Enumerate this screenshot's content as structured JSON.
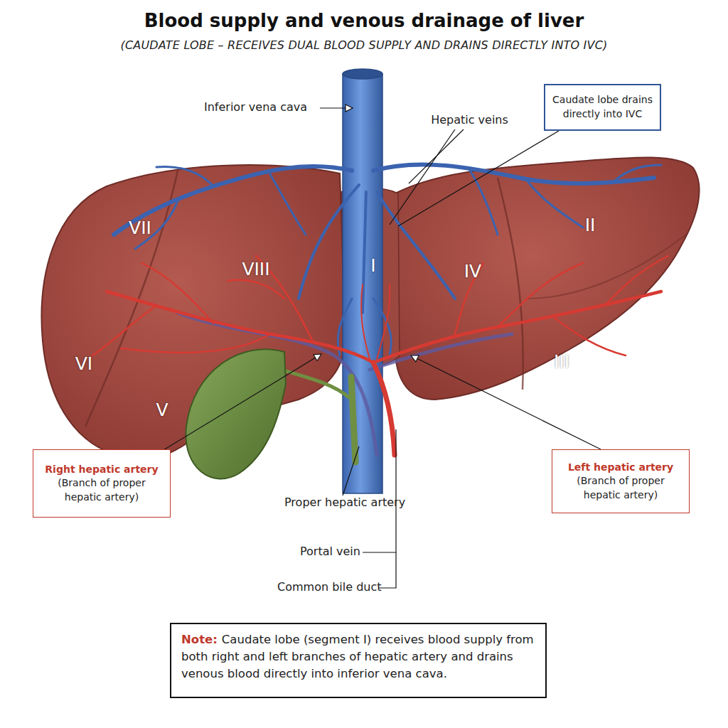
{
  "diagram": {
    "title": "Blood supply and venous drainage of liver",
    "nodes": [
      {
        "text": [
          "Caudate lobe drains directly into IVC"
        ]
      },
      {
        "text": [
          "Right hepatic artery",
          "(Branch of proper hepatic artery)"
        ]
      },
      {
        "text": [
          "Left hepatic artery",
          "(Branch of proper hepatic artery)"
        ]
      },
      {
        "text": [
          "Note:",
          "Caudate lobe (segment I) receives blood supply from both right and left branches of hepatic artery and drains venous blood directly into inferior vena cava."
        ]
      }
    ],
    "labels": [
      "(CAUDATE LOBE – RECEIVES DUAL BLOOD SUPPLY AND DRAINS DIRECTLY INTO IVC)",
      "Inferior vena cava",
      "Hepatic veins",
      "VII",
      "VIII",
      "I",
      "IV",
      "II",
      "VI",
      "V",
      "III",
      "Proper hepatic artery",
      "Portal vein",
      "Common bile duct"
    ]
  }
}
